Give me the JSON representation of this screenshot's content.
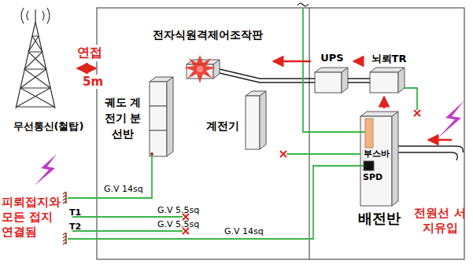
{
  "diagram": {
    "nodes": [
      {
        "text": [
          "무선통신(철탑)"
        ]
      },
      {
        "text": [
          "전자식원격제어조작판"
        ]
      },
      {
        "text": [
          "UPS"
        ]
      },
      {
        "text": [
          "뇌뢰TR"
        ]
      },
      {
        "text": [
          "궤도 계전기 분선반"
        ]
      },
      {
        "text": [
          "계전기"
        ]
      },
      {
        "text": [
          "배전반"
        ]
      },
      {
        "text": [
          "부스바"
        ],
        "in": 6
      },
      {
        "text": [
          "SPD"
        ],
        "in": 6
      }
    ],
    "edges": [
      {
        "from": 2,
        "to": 1,
        "arrow": "to"
      },
      {
        "from": 3,
        "to": 2,
        "arrow": "to"
      },
      {
        "from": 6,
        "to": 3,
        "arrow": "to"
      }
    ],
    "labels": [
      "연접",
      "5m",
      "G.V 14sq",
      "T1",
      "T2",
      "G.V 5.5sq",
      "G.V 5.5sq",
      "G.V 14sq",
      "피뢰접지와 모든 접지 연결됨",
      "전원선 서지유입"
    ]
  }
}
